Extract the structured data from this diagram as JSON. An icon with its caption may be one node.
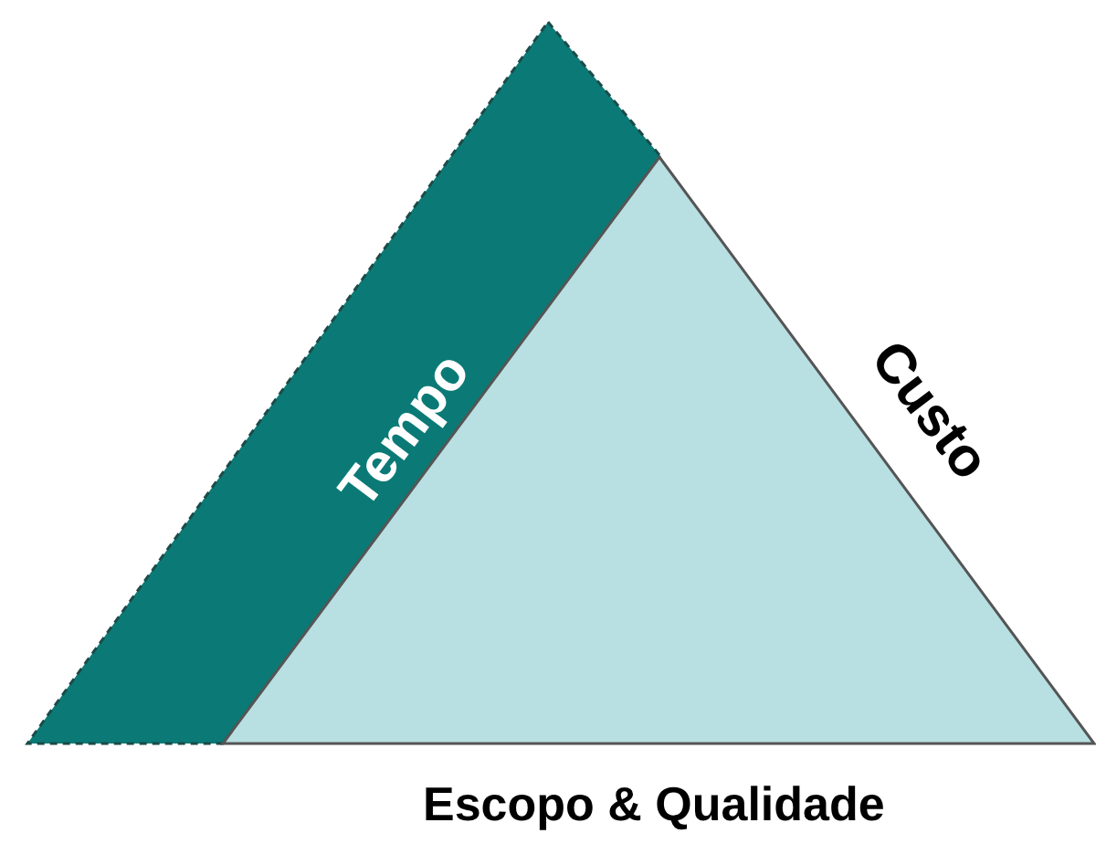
{
  "diagram": {
    "nodes": [
      {
        "text": [
          "Tempo"
        ]
      },
      {
        "text": [],
        "shape": "triangle",
        "beside": [
          "Custo",
          "Escopo & Qualidade"
        ]
      }
    ]
  }
}
